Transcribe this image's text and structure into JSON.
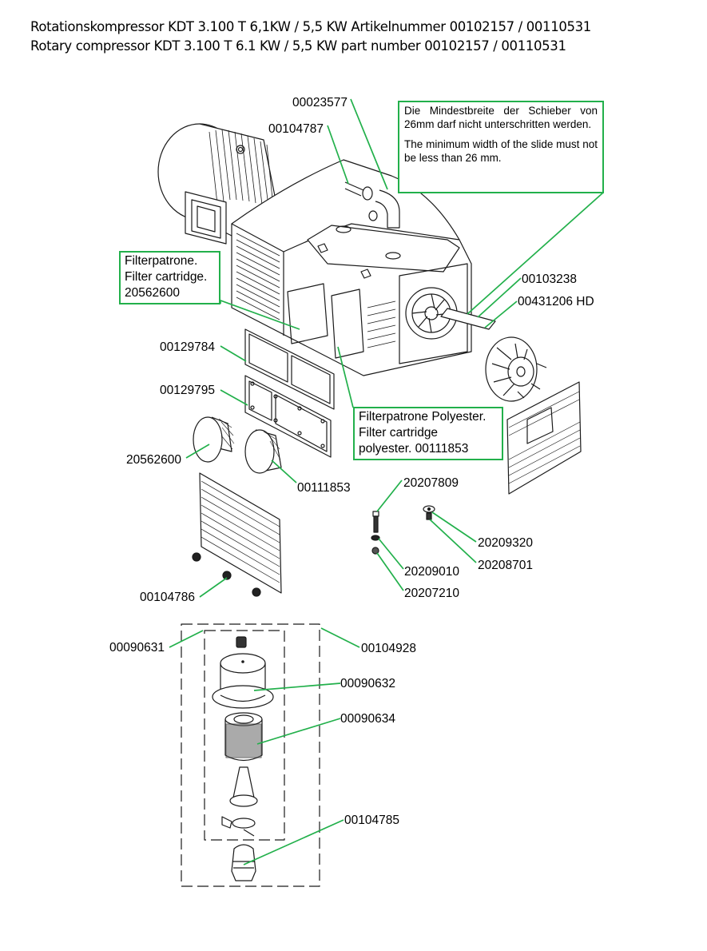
{
  "header": {
    "title_de": "Rotationskompressor KDT 3.100 T 6,1KW / 5,5 KW Artikelnummer 00102157 / 00110531",
    "title_en": "Rotary compressor KDT 3.100 T 6.1 KW / 5,5 KW part number 00102157 / 00110531"
  },
  "colors": {
    "leader_line": "#22b04b",
    "drawing_line": "#1a1a1a",
    "text": "#000000"
  },
  "notes": {
    "slide_width": {
      "de": "Die Mindestbreite der Schieber von 26mm darf nicht unterschritten werden.",
      "en": "The minimum width of the slide must not be less than 26 mm."
    },
    "filter_cartridge": {
      "line1": "Filterpatrone.",
      "line2": "Filter cartridge.",
      "line3": "20562600"
    },
    "filter_cartridge_polyester": {
      "line1": "Filterpatrone Polyester.",
      "line2": "Filter cartridge",
      "line3": "polyester. 00111853"
    }
  },
  "parts": {
    "p00023577": "00023577",
    "p00104787": "00104787",
    "p00103238": "00103238",
    "p00431206": "00431206 HD",
    "p00129784": "00129784",
    "p00129795": "00129795",
    "p20562600": "20562600",
    "p00111853": "00111853",
    "p20207809": "20207809",
    "p20209320": "20209320",
    "p20208701": "20208701",
    "p20209010": "20209010",
    "p20207210": "20207210",
    "p00104786": "00104786",
    "p00090631": "00090631",
    "p00104928": "00104928",
    "p00090632": "00090632",
    "p00090634": "00090634",
    "p00104785": "00104785"
  }
}
